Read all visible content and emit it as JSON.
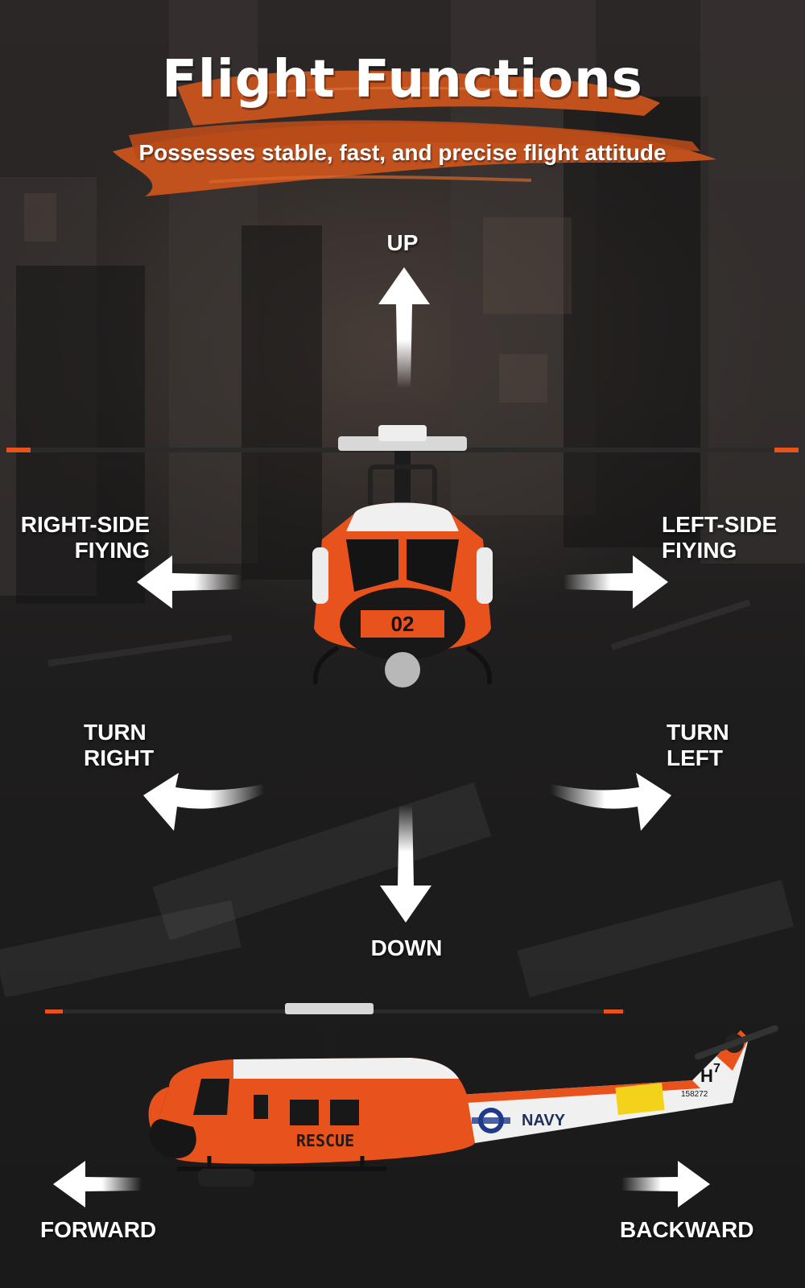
{
  "header": {
    "title": "Flight Functions",
    "subtitle": "Possesses stable, fast, and precise flight attitude"
  },
  "directions": {
    "up": "UP",
    "down": "DOWN",
    "right_side_line1": "RIGHT-SIDE",
    "right_side_line2": "FIYING",
    "left_side_line1": "LEFT-SIDE",
    "left_side_line2": "FIYING",
    "turn_right_line1": "TURN",
    "turn_right_line2": "RIGHT",
    "turn_left_line1": "TURN",
    "turn_left_line2": "LEFT",
    "forward": "FORWARD",
    "backward": "BACKWARD"
  },
  "helicopter": {
    "front_number": "02",
    "side_text": "RESCUE",
    "branch_text": "NAVY",
    "tail_code": "H",
    "tail_digit": "7",
    "serial": "158272",
    "body_color": "#e8521c",
    "accent_color": "#ffffff"
  },
  "colors": {
    "brush": "#c9531c",
    "arrow": "#ffffff",
    "background": "#1b1b1b"
  }
}
